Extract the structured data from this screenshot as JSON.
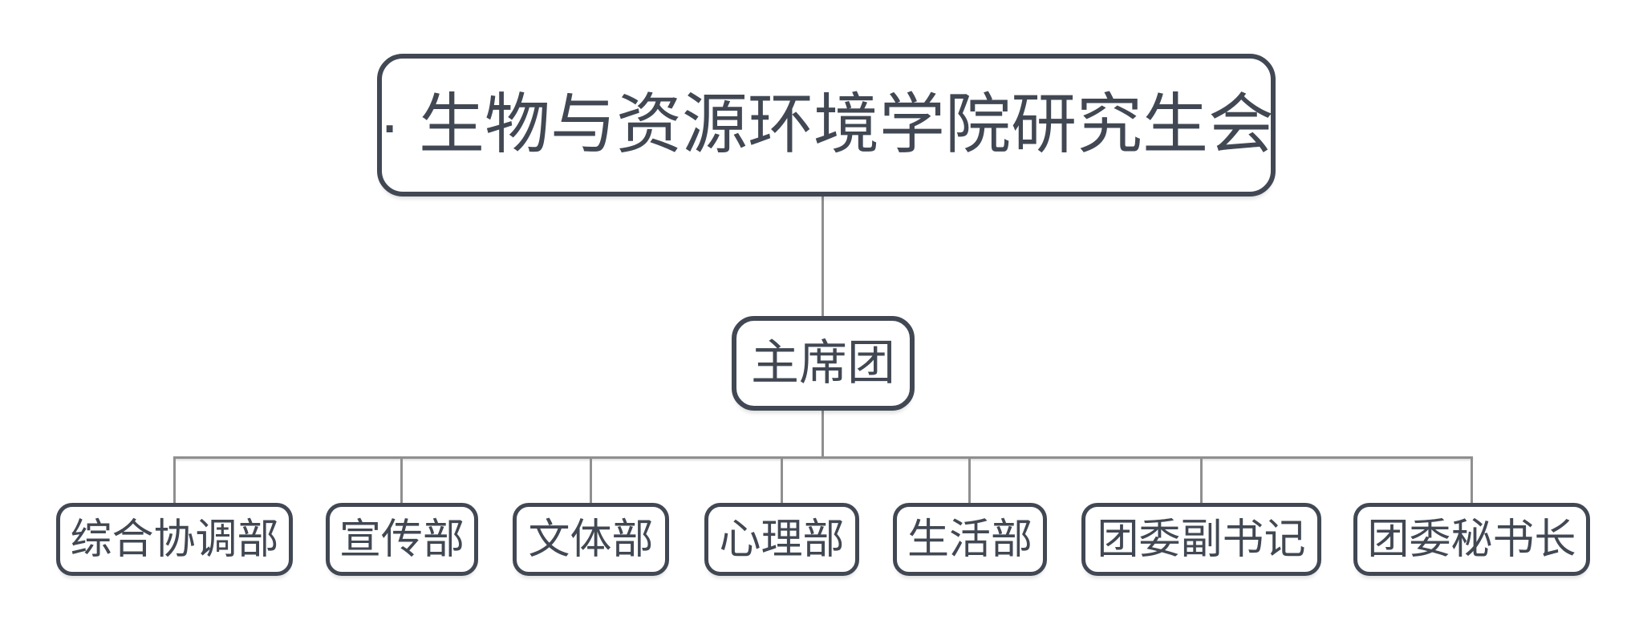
{
  "diagram": {
    "type": "org-chart",
    "root": {
      "label": "· 生物与资源环境学院研究生会"
    },
    "presidium": {
      "label": "主席团"
    },
    "departments": [
      {
        "label": "综合协调部"
      },
      {
        "label": "宣传部"
      },
      {
        "label": "文体部"
      },
      {
        "label": "心理部"
      },
      {
        "label": "生活部"
      },
      {
        "label": "团委副书记"
      },
      {
        "label": "团委秘书长"
      }
    ],
    "colors": {
      "node_border": "#414853",
      "node_text": "#414853",
      "connector": "#8f8f8f",
      "background": "#ffffff"
    }
  }
}
